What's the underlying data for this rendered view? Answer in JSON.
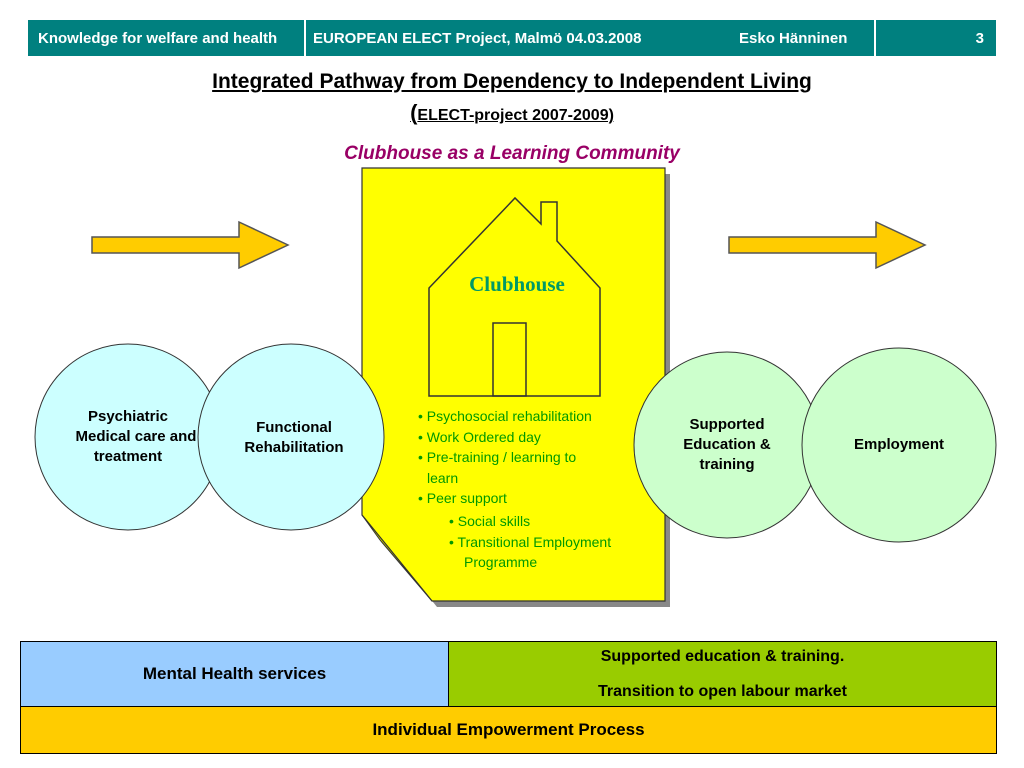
{
  "header": {
    "org": "Knowledge for welfare and health",
    "event": "EUROPEAN ELECT Project, Malmö 04.03.2008",
    "author": "Esko Hänninen",
    "slide_number": "3"
  },
  "title": {
    "main": "Integrated Pathway from Dependency to Independent Living",
    "paren_open": "(",
    "project": "ELECT-project 2007-2009)",
    "subtitle": "Clubhouse as a Learning Community"
  },
  "clubhouse": {
    "label": "Clubhouse",
    "bullets": [
      "• Psychosocial rehabilitation",
      "• Work Ordered day",
      "• Pre-training / learning to",
      "learn",
      "• Peer support"
    ],
    "sub_bullets": [
      "• Social skills",
      "• Transitional Employment",
      "Programme"
    ]
  },
  "circles": {
    "psychiatric": [
      "Psychiatric",
      "Medical care and",
      "treatment"
    ],
    "functional": [
      "Functional",
      "Rehabilitation"
    ],
    "supported": [
      "Supported",
      "Education &",
      "training"
    ],
    "employment": [
      "Employment"
    ]
  },
  "bands": {
    "mental_health": "Mental Health services",
    "supported_line1": "Supported education & training.",
    "supported_line2": "Transition to open labour market",
    "empowerment": "Individual Empowerment Process"
  },
  "colors": {
    "header_bg": "#00807f",
    "note_yellow": "#ffff00",
    "arrow_fill": "#ffcc00",
    "circle_blue": "#ccffff",
    "circle_green": "#ccffcc",
    "band_blue": "#99ccff",
    "band_green": "#99cc00",
    "band_gold": "#ffcc00",
    "subtitle": "#990066",
    "clubhouse_text": "#009966"
  }
}
